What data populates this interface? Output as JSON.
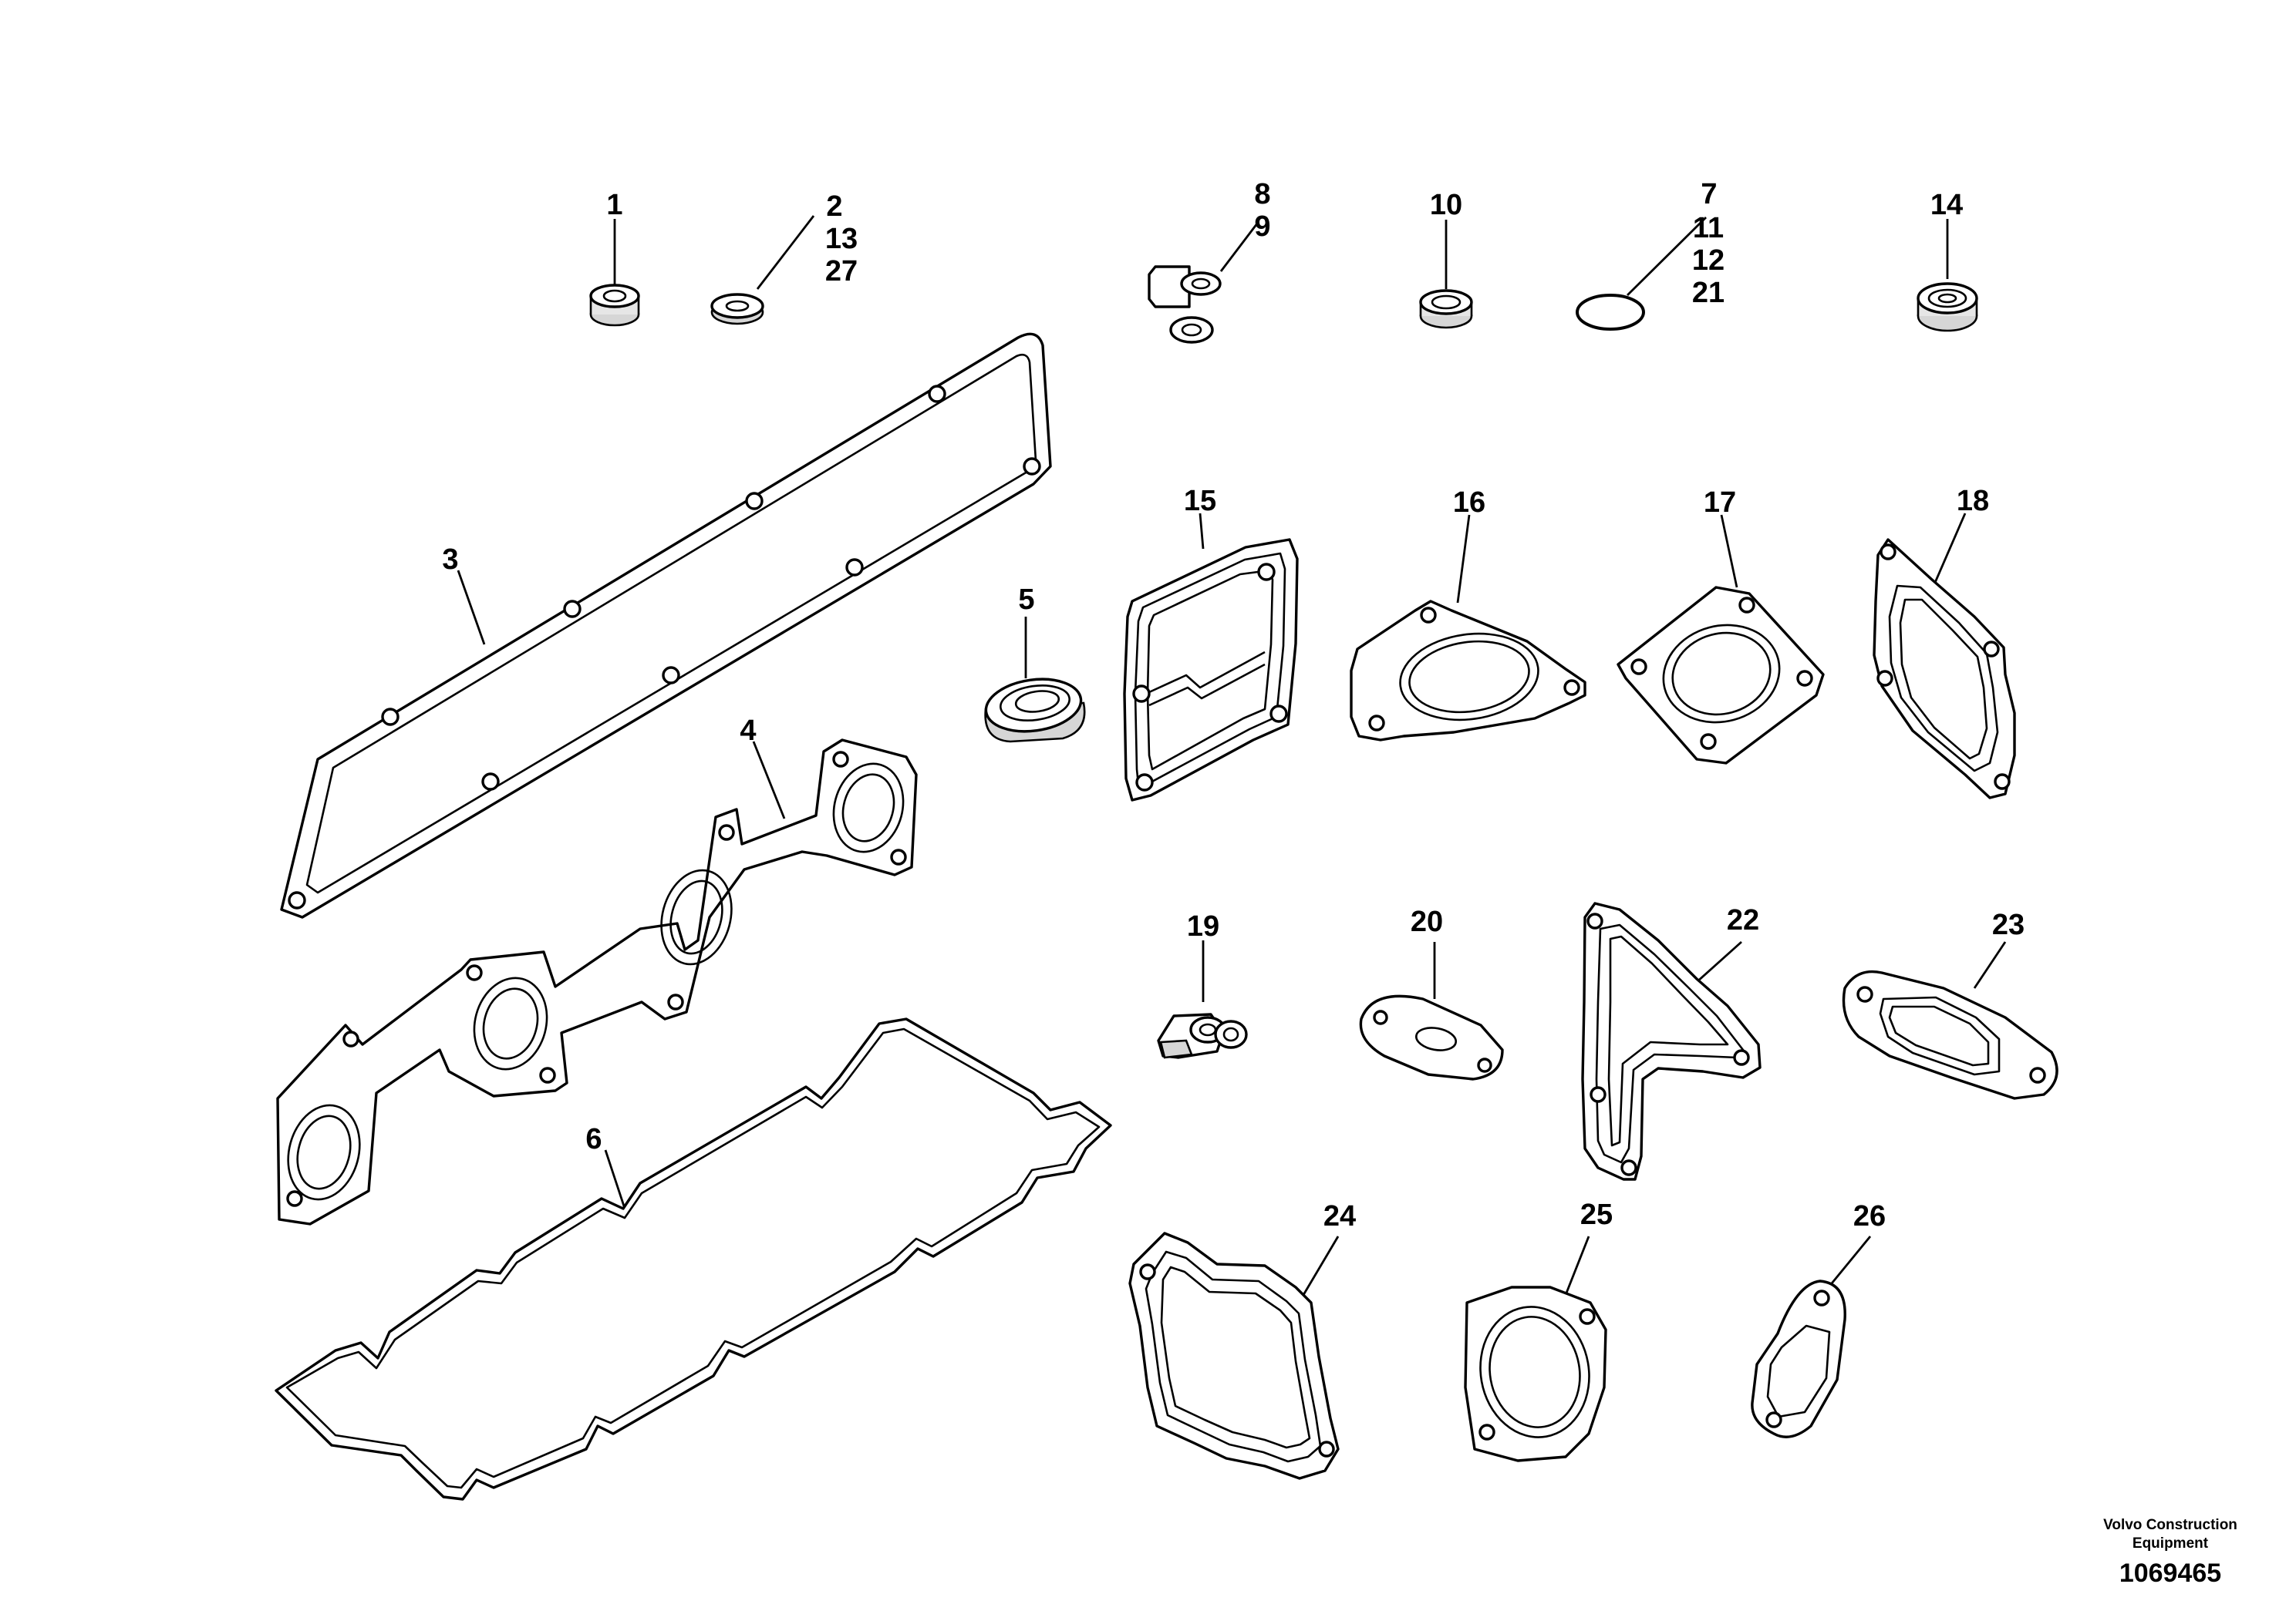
{
  "labels": {
    "p1": "1",
    "p2": "2",
    "p13": "13",
    "p27": "27",
    "p8": "8",
    "p9": "9",
    "p10": "10",
    "p7": "7",
    "p11": "11",
    "p12": "12",
    "p21": "21",
    "p14": "14",
    "p3": "3",
    "p4": "4",
    "p5": "5",
    "p6": "6",
    "p15": "15",
    "p16": "16",
    "p17": "17",
    "p18": "18",
    "p19": "19",
    "p20": "20",
    "p22": "22",
    "p23": "23",
    "p24": "24",
    "p25": "25",
    "p26": "26"
  },
  "footer": {
    "brand_line1": "Volvo Construction",
    "brand_line2": "Equipment",
    "drawing_number": "1069465"
  }
}
